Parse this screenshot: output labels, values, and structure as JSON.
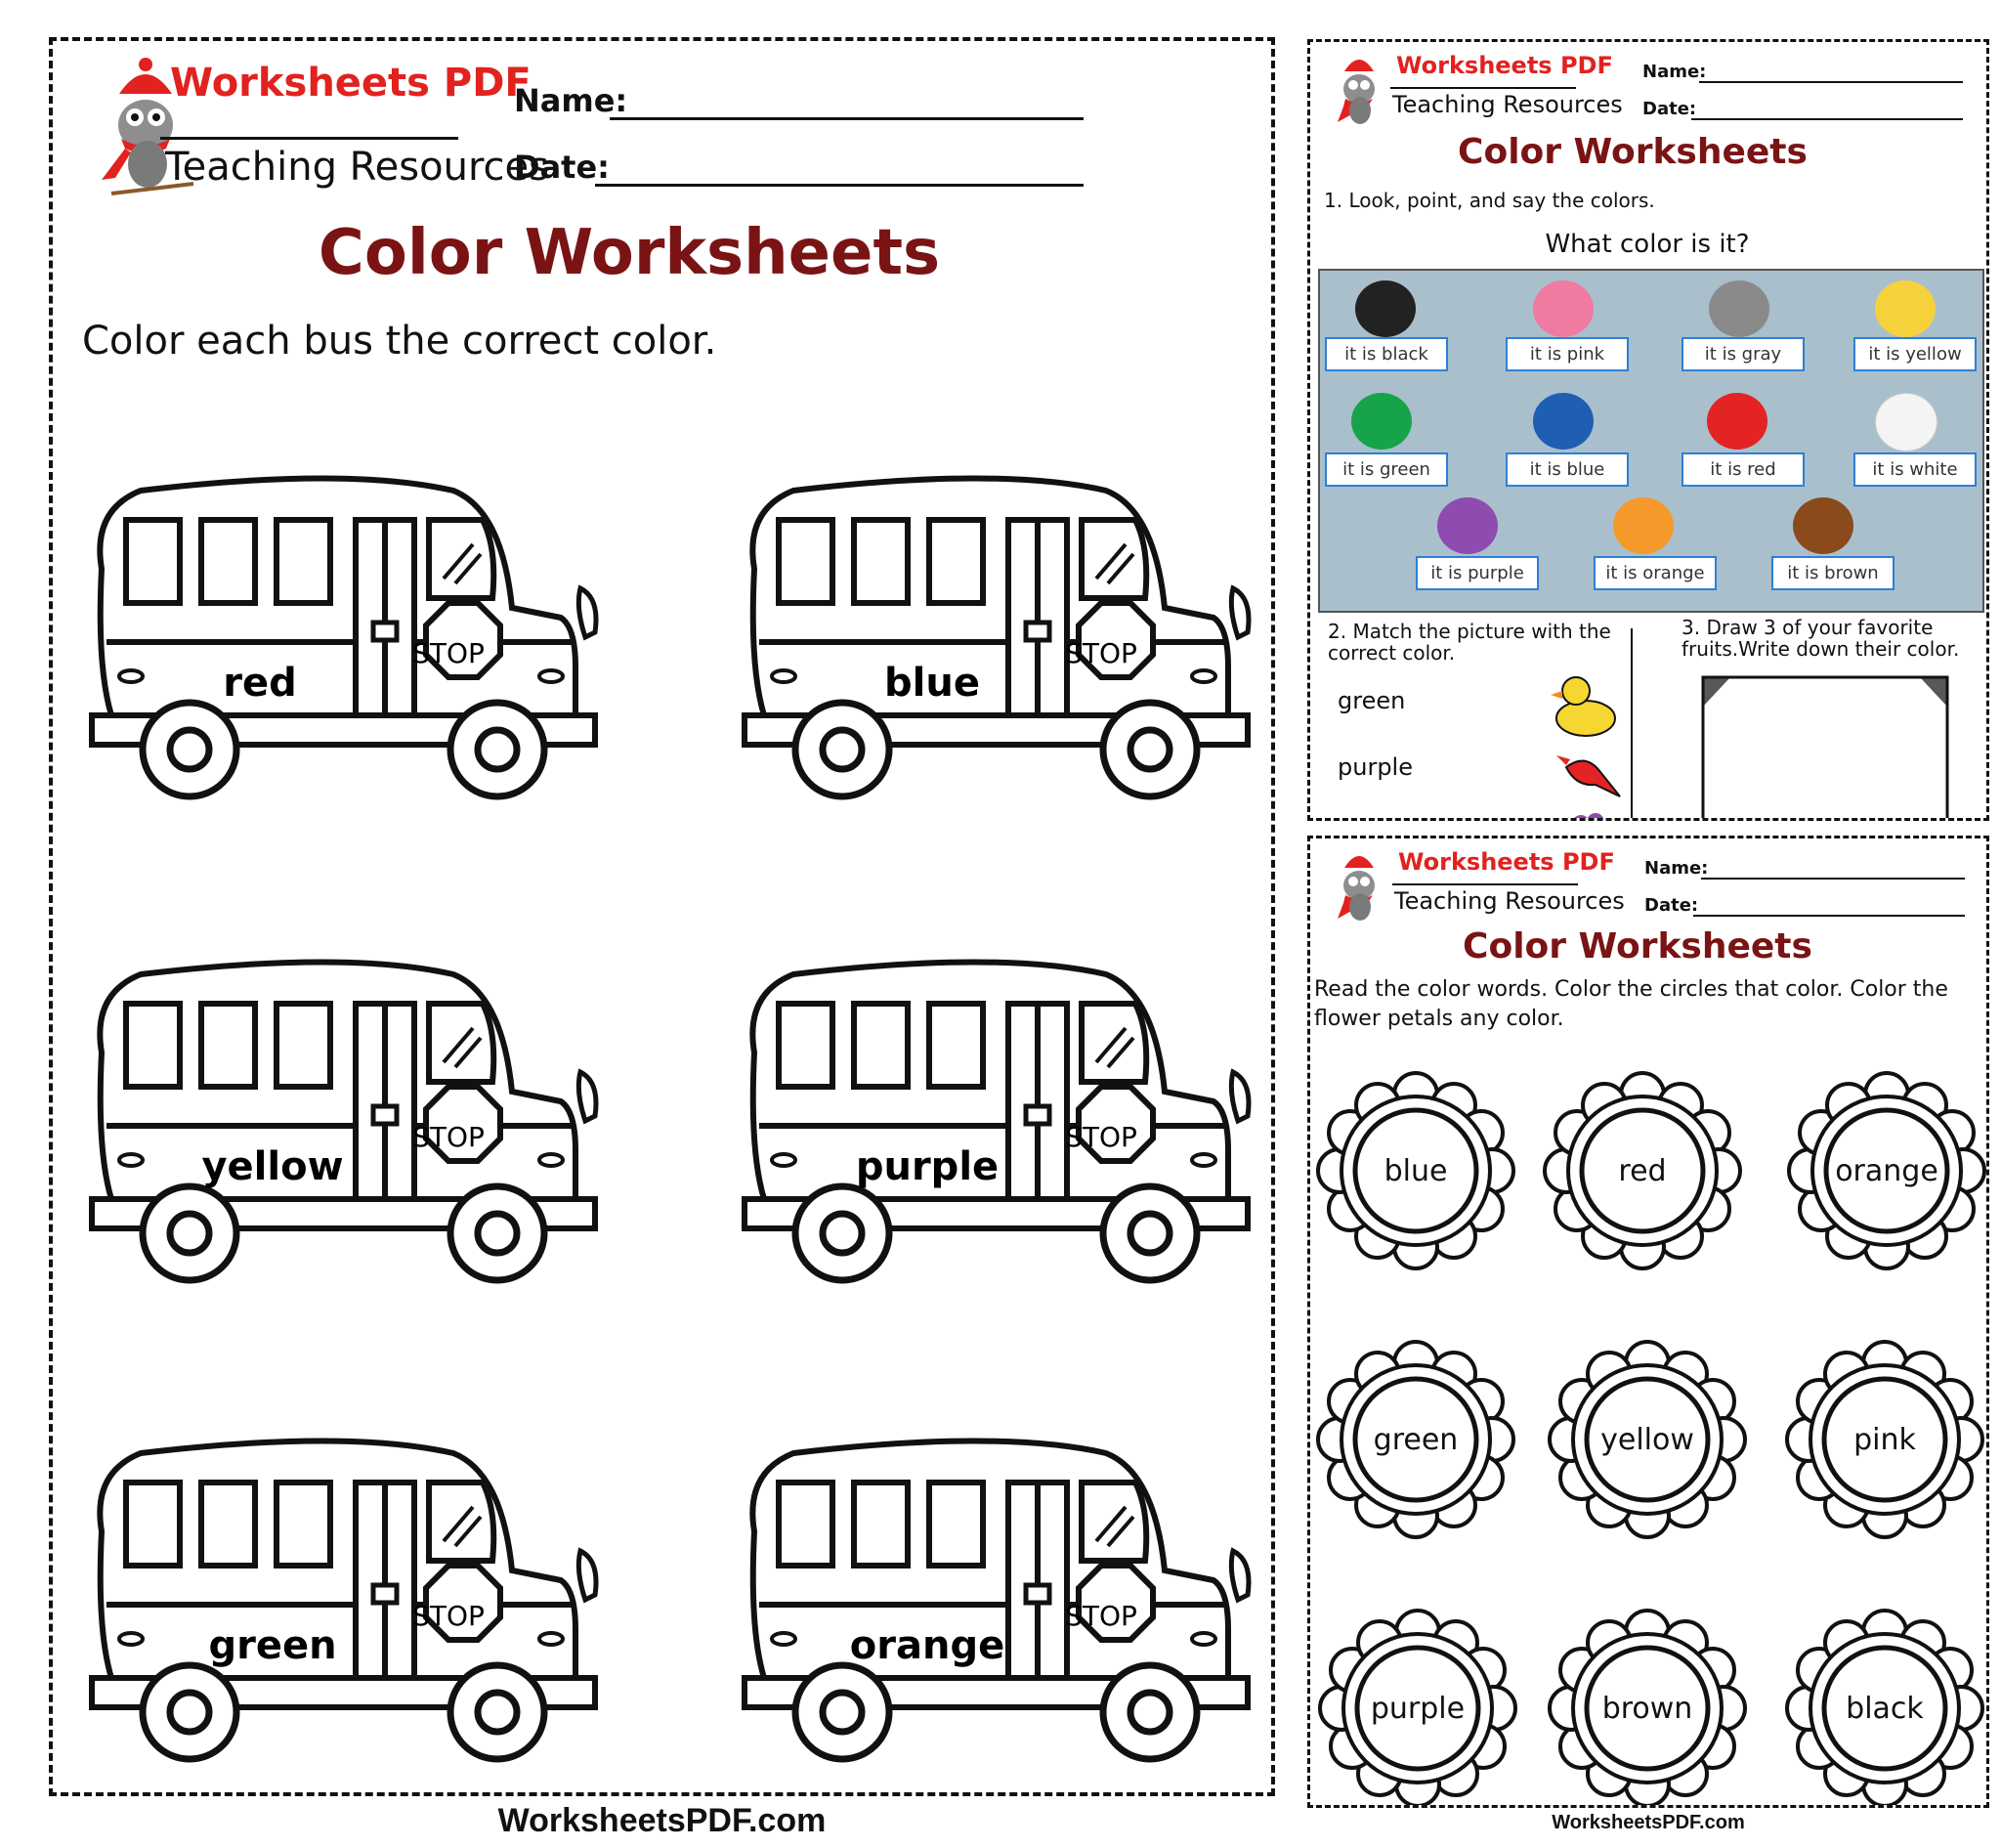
{
  "main": {
    "brand_top": "Worksheets PDF",
    "brand_bottom": "Teaching Resources",
    "name_label": "Name:",
    "date_label": "Date:",
    "title": "Color Worksheets",
    "instruction": "Color each bus the correct color.",
    "buses": [
      "red",
      "blue",
      "yellow",
      "purple",
      "green",
      "orange"
    ],
    "stop_label": "STOP",
    "footer": "WorksheetsPDF.com"
  },
  "sheet_a": {
    "brand_top": "Worksheets PDF",
    "brand_bottom": "Teaching Resources",
    "name_label": "Name:",
    "date_label": "Date:",
    "title": "Color Worksheets",
    "step1": "1. Look, point, and say the colors.",
    "question": "What color is it?",
    "swatches": [
      {
        "label": "it is black",
        "color": "#222222"
      },
      {
        "label": "it is pink",
        "color": "#f07aa0"
      },
      {
        "label": "it is gray",
        "color": "#8a8a8a"
      },
      {
        "label": "it is yellow",
        "color": "#f5d23c"
      },
      {
        "label": "it is green",
        "color": "#17a34a"
      },
      {
        "label": "it is blue",
        "color": "#1e5fb4"
      },
      {
        "label": "it is red",
        "color": "#e42424"
      },
      {
        "label": "it is white",
        "color": "#f4f4f4"
      },
      {
        "label": "it is purple",
        "color": "#8e4bb0"
      },
      {
        "label": "it is orange",
        "color": "#f59a2a"
      },
      {
        "label": "it is brown",
        "color": "#8b4a1c"
      }
    ],
    "panel_color": "#a9bfcc",
    "step2": "2. Match the picture with the correct color.",
    "step2_words": [
      "green",
      "purple"
    ],
    "step3": "3. Draw 3 of your favorite fruits.Write down their color."
  },
  "sheet_b": {
    "brand_top": "Worksheets PDF",
    "brand_bottom": "Teaching Resources",
    "name_label": "Name:",
    "date_label": "Date:",
    "title": "Color Worksheets",
    "instruction": "Read the color words. Color the circles that  color. Color the flower petals any color.",
    "flowers": [
      "blue",
      "red",
      "orange",
      "green",
      "yellow",
      "pink",
      "purple",
      "brown",
      "black"
    ],
    "footer": "WorksheetsPDF.com"
  }
}
